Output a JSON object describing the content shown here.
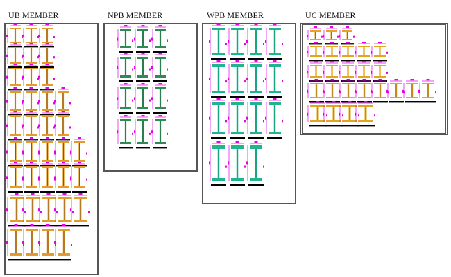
{
  "sections": [
    {
      "id": "ub",
      "title": "UB MEMBER",
      "profile_color": "#e39b2b",
      "web_color": "#4a2a18",
      "rows": [
        3,
        3,
        3,
        4,
        4,
        5,
        5,
        5,
        4
      ]
    },
    {
      "id": "npb",
      "title": "NPB MEMBER",
      "profile_color": "#2e8b57",
      "web_color": "#1f5e3a",
      "rows": [
        3,
        3,
        3,
        3
      ]
    },
    {
      "id": "wpb",
      "title": "WPB MEMBER",
      "profile_color": "#1fb58f",
      "web_color": "#17806a",
      "rows": [
        4,
        4,
        4,
        3
      ]
    },
    {
      "id": "uc",
      "title": "UC MEMBER",
      "profile_color": "#e2a71e",
      "web_color": "#7a4a14",
      "rows": [
        3,
        5,
        5,
        8,
        4
      ]
    }
  ],
  "colors": {
    "dimension": "#e600e6",
    "baseline": "#000000",
    "frame": "#555555"
  },
  "icons": {
    "profile": "i-beam-section-icon",
    "dimension": "dimension-marker-icon"
  }
}
